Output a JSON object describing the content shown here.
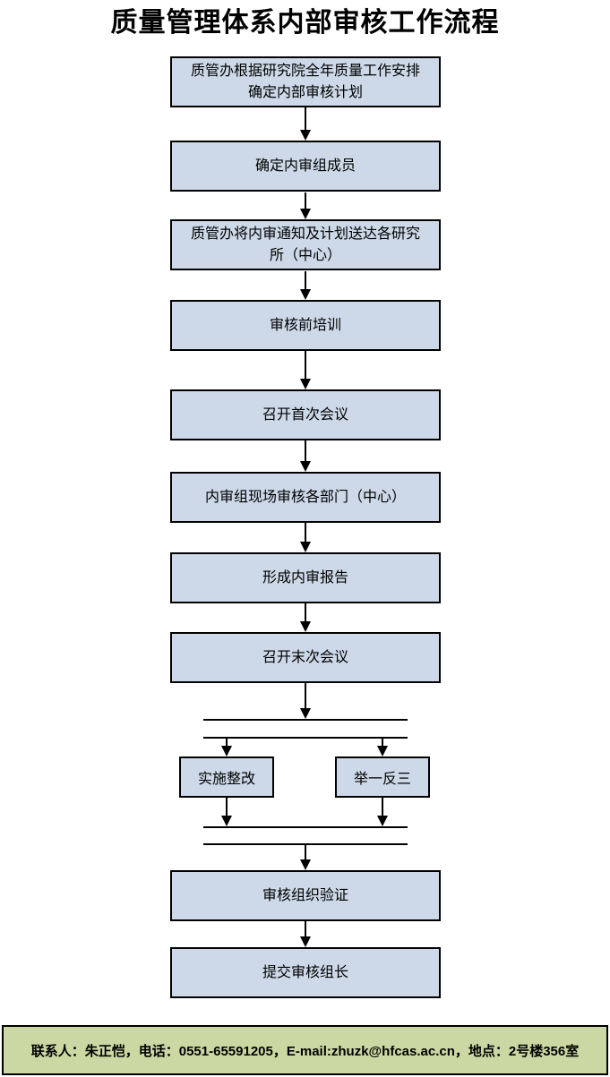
{
  "page": {
    "title": "质量管理体系内部审核工作流程"
  },
  "flow": {
    "steps": [
      {
        "id": "plan",
        "label": "质管办根据研究院全年质量工作安排确定内部审核计划"
      },
      {
        "id": "team",
        "label": "确定内审组成员"
      },
      {
        "id": "notice",
        "label": "质管办将内审通知及计划送达各研究所（中心）"
      },
      {
        "id": "training",
        "label": "审核前培训"
      },
      {
        "id": "first-meeting",
        "label": "召开首次会议"
      },
      {
        "id": "site-audit",
        "label": "内审组现场审核各部门（中心）"
      },
      {
        "id": "report",
        "label": "形成内审报告"
      },
      {
        "id": "closing-meeting",
        "label": "召开末次会议"
      }
    ],
    "branches": [
      {
        "id": "rectify",
        "label": "实施整改"
      },
      {
        "id": "extend",
        "label": "举一反三"
      }
    ],
    "closing_steps": [
      {
        "id": "verify",
        "label": "审核组织验证"
      },
      {
        "id": "submit",
        "label": "提交审核组长"
      }
    ]
  },
  "footer": {
    "contact": "联系人：朱正恺，电话：0551-65591205，E-mail:zhuzk@hfcas.ac.cn，地点：2号楼356室"
  },
  "colors": {
    "step_fill": "#cdd9e8",
    "footer_fill": "#ccd8a3",
    "line": "#000000"
  }
}
